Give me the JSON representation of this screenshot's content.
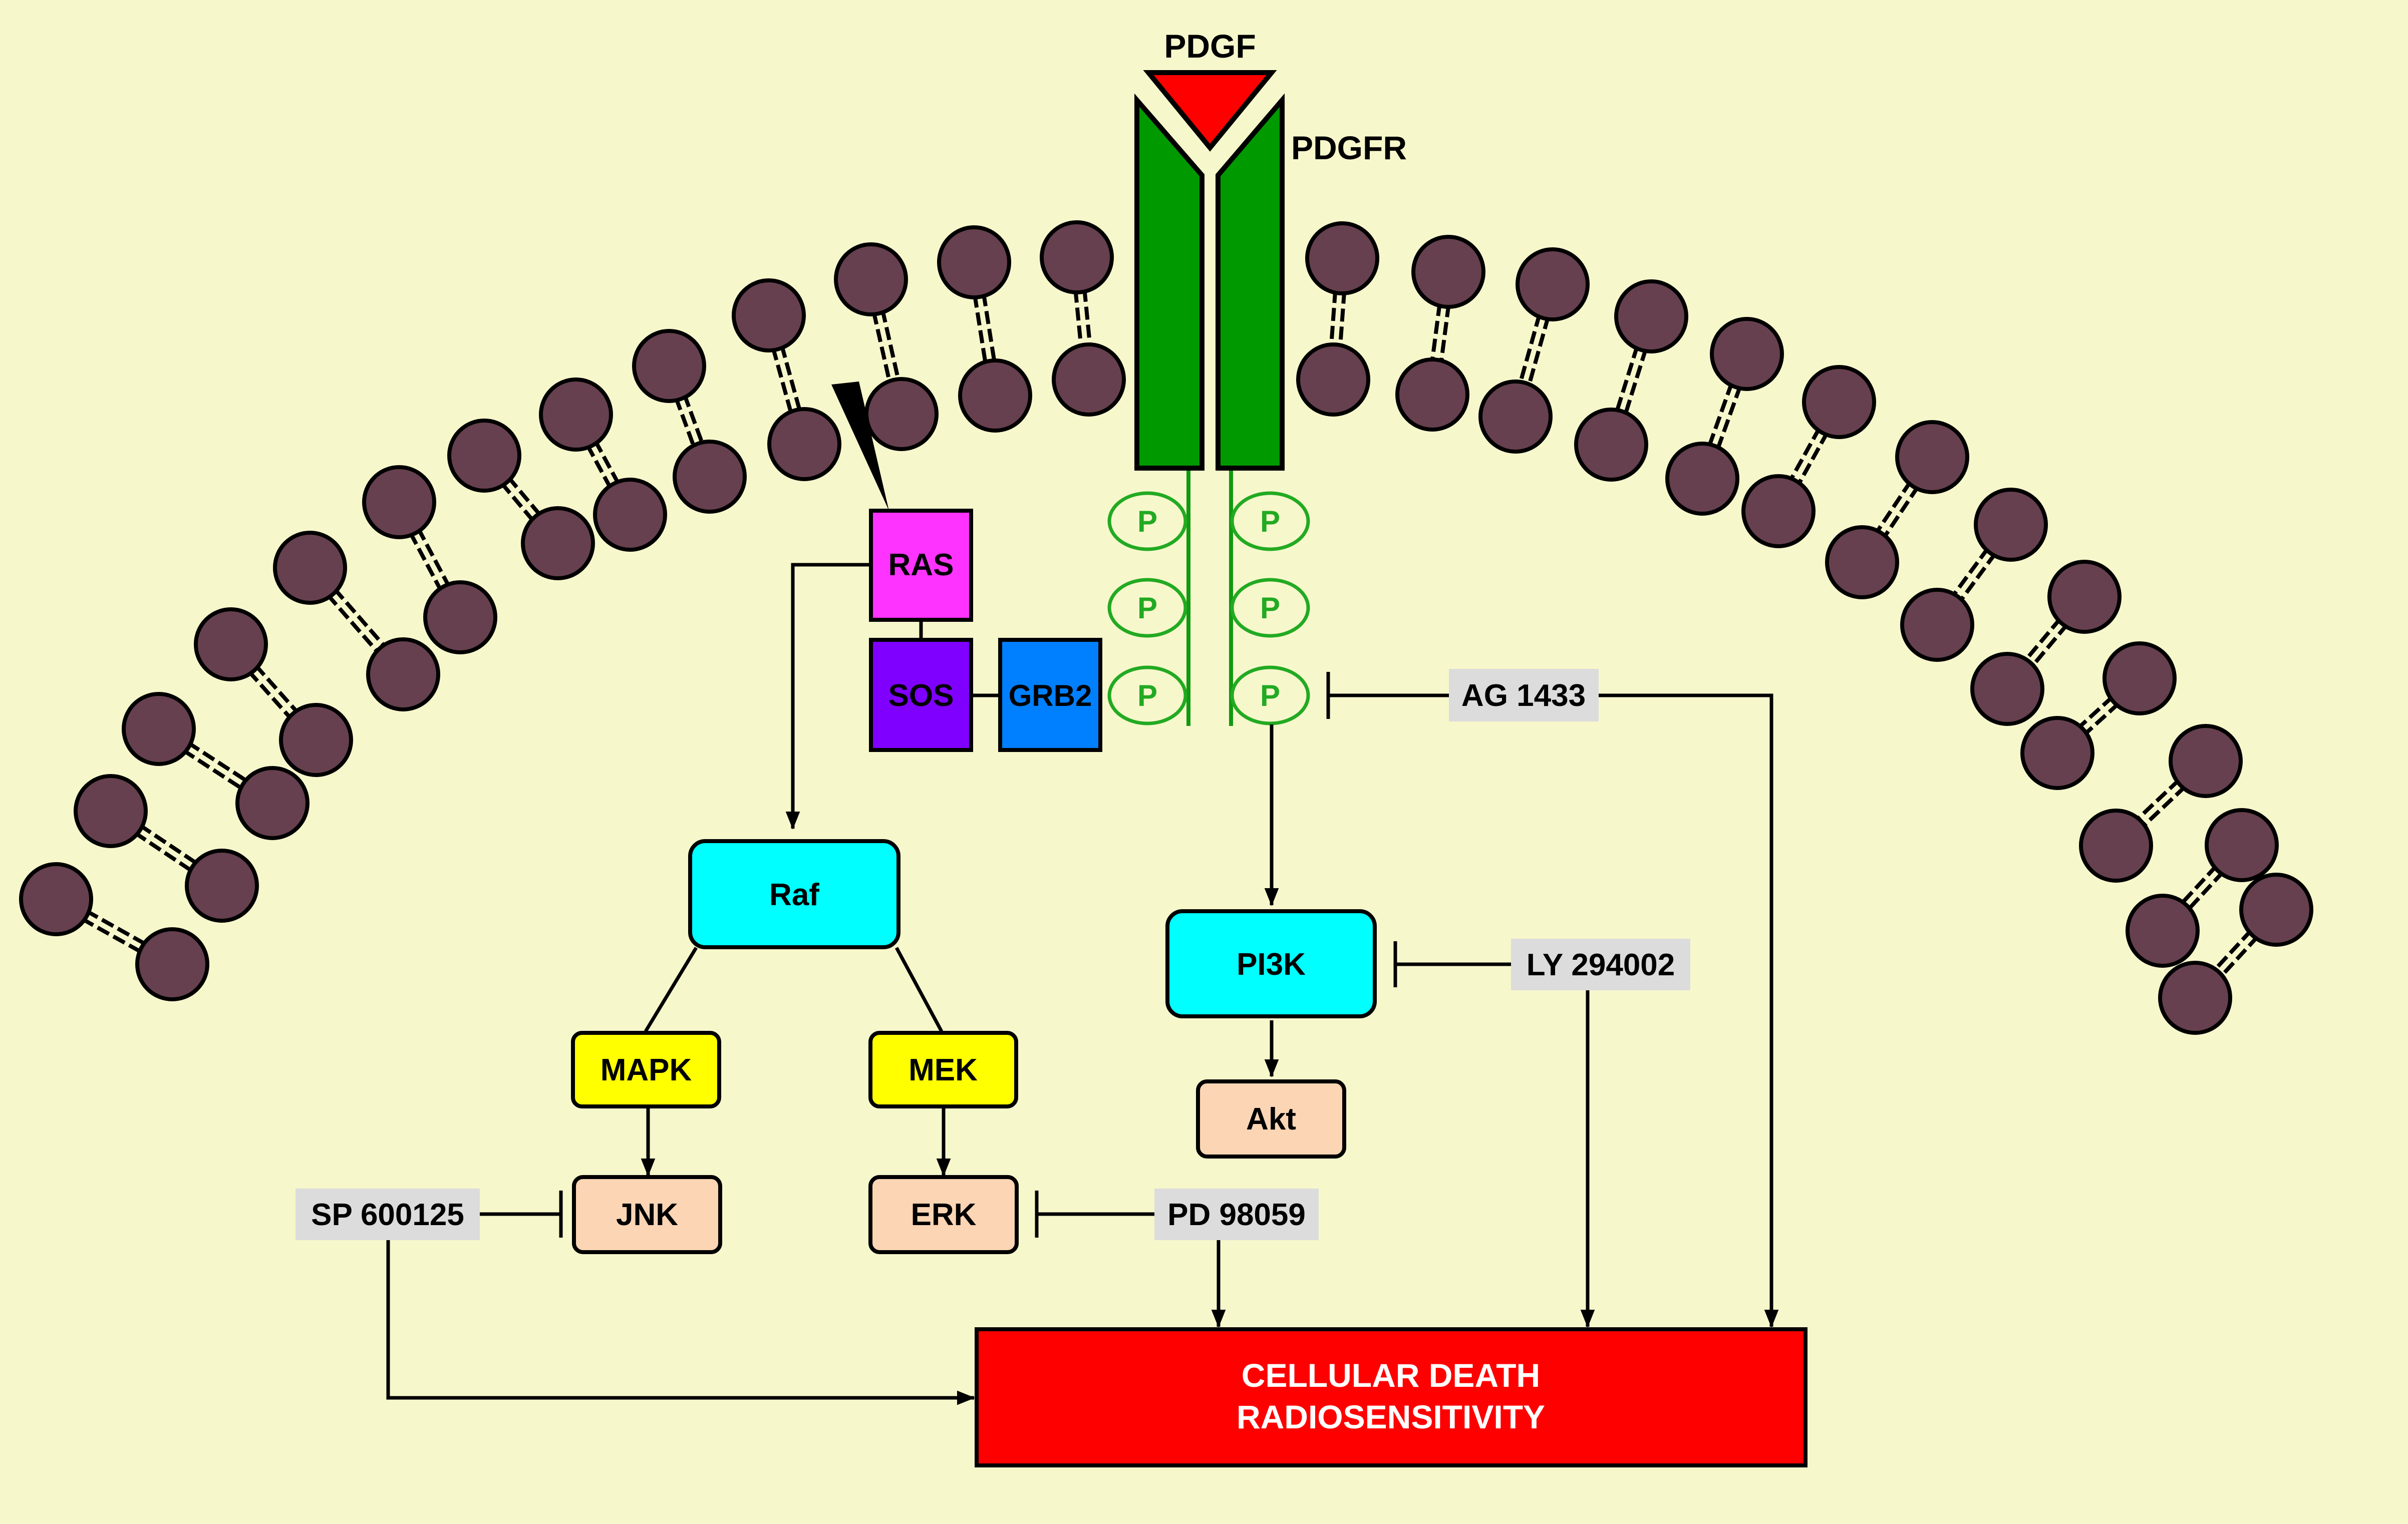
{
  "ligand": {
    "label": "PDGF"
  },
  "receptor": {
    "label": "PDGFR"
  },
  "phospho_label": "P",
  "nodes": {
    "ras": {
      "label": "RAS"
    },
    "sos": {
      "label": "SOS"
    },
    "grb2": {
      "label": "GRB2"
    },
    "raf": {
      "label": "Raf"
    },
    "mapk": {
      "label": "MAPK"
    },
    "mek": {
      "label": "MEK"
    },
    "jnk": {
      "label": "JNK"
    },
    "erk": {
      "label": "ERK"
    },
    "pi3k": {
      "label": "PI3K"
    },
    "akt": {
      "label": "Akt"
    }
  },
  "inhibitors": {
    "ag1433": {
      "label": "AG 1433"
    },
    "ly294002": {
      "label": "LY 294002"
    },
    "sp600125": {
      "label": "SP 600125"
    },
    "pd98059": {
      "label": "PD 98059"
    }
  },
  "outcome": {
    "line1": "CELLULAR DEATH",
    "line2": "RADIOSENSITIVITY"
  },
  "colors": {
    "background": "#f7f7cc",
    "lipid_head": "#66404e",
    "receptor": "#009900",
    "ligand": "#ff0000",
    "ras": "#ff33ff",
    "sos": "#8000ff",
    "grb2": "#0080ff",
    "raf": "#00ffff",
    "pi3k": "#00ffff",
    "mapk_mek": "#ffff00",
    "downstream": "#fcd5b4",
    "inhibitor_bg": "#dcdcdc",
    "outcome": "#ff0000"
  }
}
